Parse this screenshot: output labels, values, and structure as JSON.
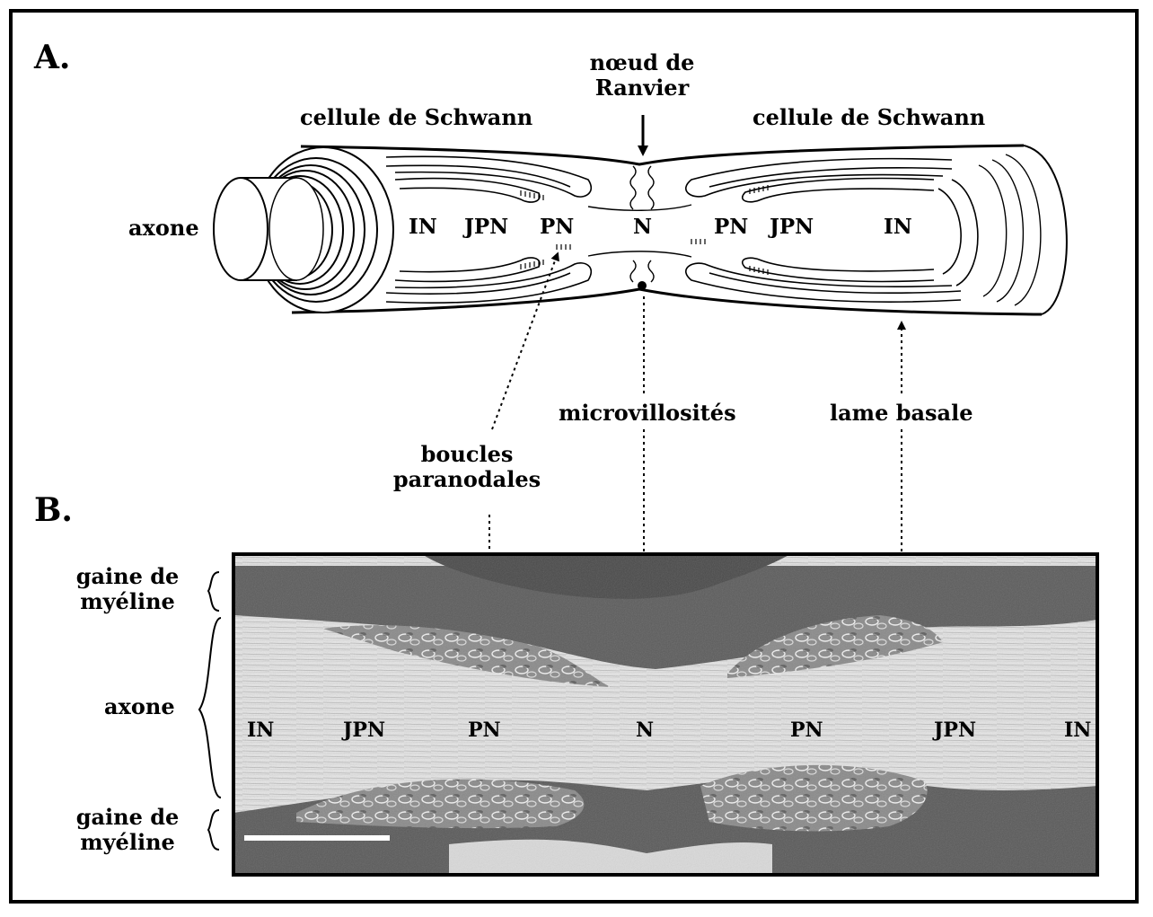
{
  "panel_a": {
    "letter": "A.",
    "node_label_line1": "nœud de",
    "node_label_line2": "Ranvier",
    "schwann_left": "cellule de Schwann",
    "schwann_right": "cellule de Schwann",
    "axon": "axone",
    "zones": [
      "IN",
      "JPN",
      "PN",
      "N",
      "PN",
      "JPN",
      "IN"
    ]
  },
  "callouts": {
    "microvilli": "microvillosités",
    "basal_lamina": "lame basale",
    "paranodal_loops_line1": "boucles",
    "paranodal_loops_line2": "paranodales"
  },
  "panel_b": {
    "letter": "B.",
    "myelin_top_line1": "gaine de",
    "myelin_top_line2": "myéline",
    "axon": "axone",
    "myelin_bottom_line1": "gaine de",
    "myelin_bottom_line2": "myéline",
    "zones": [
      "IN",
      "JPN",
      "PN",
      "N",
      "PN",
      "JPN",
      "IN"
    ]
  }
}
